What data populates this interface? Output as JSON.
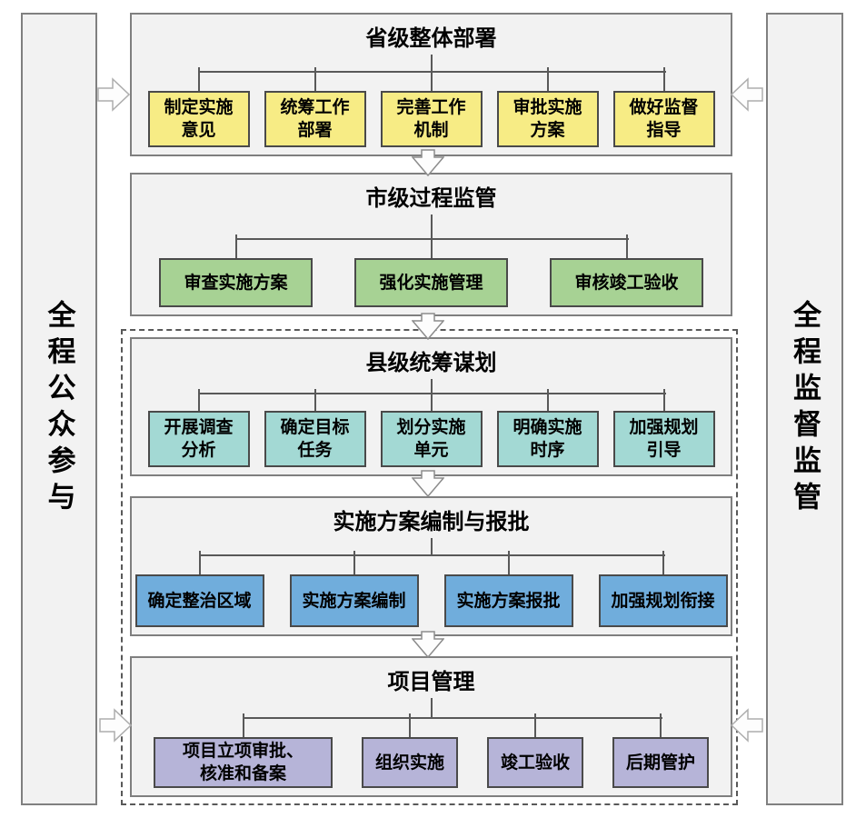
{
  "diagram": {
    "left_bar": {
      "label": "全程公众参与"
    },
    "right_bar": {
      "label": "全程监督监管"
    },
    "sections": [
      {
        "title": "省级整体部署",
        "fill": "#F7EC85",
        "boxes": [
          "制定实施\n意见",
          "统筹工作\n部署",
          "完善工作\n机制",
          "审批实施\n方案",
          "做好监督\n指导"
        ]
      },
      {
        "title": "市级过程监管",
        "fill": "#A7D294",
        "boxes": [
          "审查实施方案",
          "强化实施管理",
          "审核竣工验收"
        ]
      },
      {
        "title": "县级统筹谋划",
        "fill": "#A3D9D4",
        "boxes": [
          "开展调查\n分析",
          "确定目标\n任务",
          "划分实施\n单元",
          "明确实施\n时序",
          "加强规划\n引导"
        ]
      },
      {
        "title": "实施方案编制与报批",
        "fill": "#70ADDC",
        "boxes": [
          "确定整治区域",
          "实施方案编制",
          "实施方案报批",
          "加强规划衔接"
        ]
      },
      {
        "title": "项目管理",
        "fill": "#B6B4D8",
        "boxes": [
          "项目立项审批、\n核准和备案",
          "组织实施",
          "竣工验收",
          "后期管护"
        ]
      }
    ],
    "colors": {
      "section_bg": "#F2F2F2",
      "section_border": "#7F7F7F",
      "box_border": "#4A4A4A",
      "connector_line": "#595959",
      "dashed_border": "#595959",
      "arrow_outline": "#ADADAD",
      "text": "#000000"
    }
  }
}
